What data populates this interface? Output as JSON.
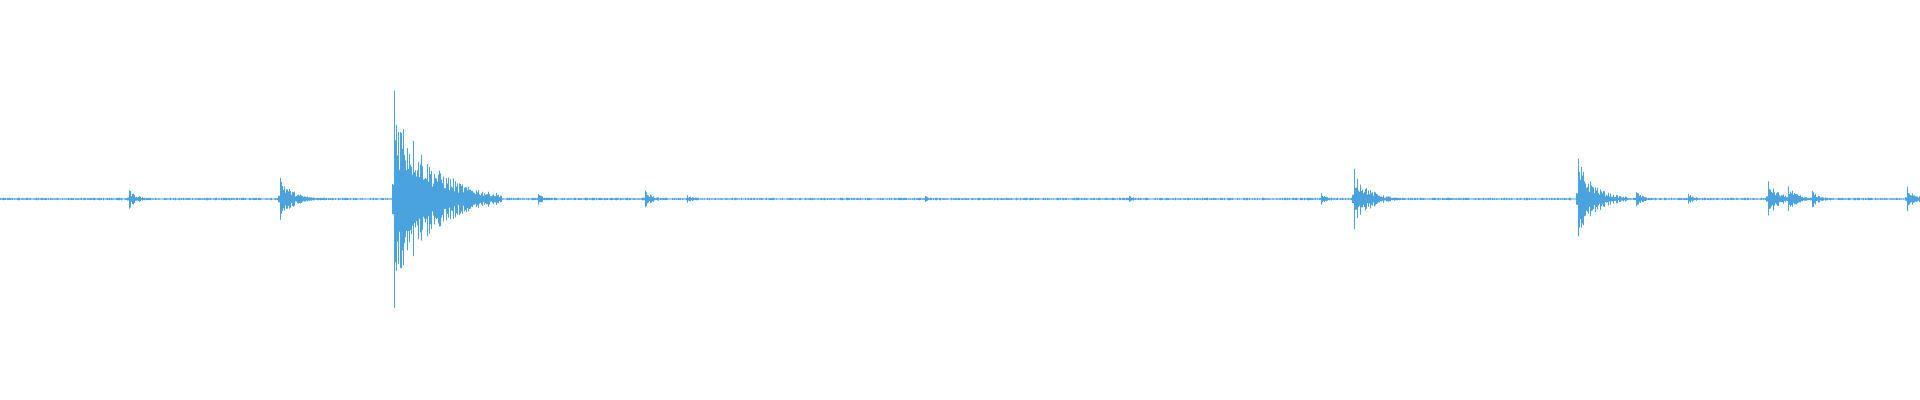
{
  "waveform": {
    "color": "#4aa3df",
    "baseline_amplitude": 0.012,
    "peak_amplitude": 1.0,
    "transients": [
      {
        "t": 0.067,
        "amp": 0.09
      },
      {
        "t": 0.146,
        "amp": 0.22
      },
      {
        "t": 0.205,
        "amp": 1.0
      },
      {
        "t": 0.226,
        "amp": 0.08
      },
      {
        "t": 0.28,
        "amp": 0.05
      },
      {
        "t": 0.336,
        "amp": 0.08
      },
      {
        "t": 0.358,
        "amp": 0.04
      },
      {
        "t": 0.482,
        "amp": 0.03
      },
      {
        "t": 0.588,
        "amp": 0.03
      },
      {
        "t": 0.688,
        "amp": 0.06
      },
      {
        "t": 0.705,
        "amp": 0.28
      },
      {
        "t": 0.822,
        "amp": 0.37
      },
      {
        "t": 0.852,
        "amp": 0.07
      },
      {
        "t": 0.879,
        "amp": 0.05
      },
      {
        "t": 0.921,
        "amp": 0.17
      },
      {
        "t": 0.931,
        "amp": 0.12
      },
      {
        "t": 0.944,
        "amp": 0.08
      },
      {
        "t": 0.993,
        "amp": 0.12
      }
    ]
  }
}
